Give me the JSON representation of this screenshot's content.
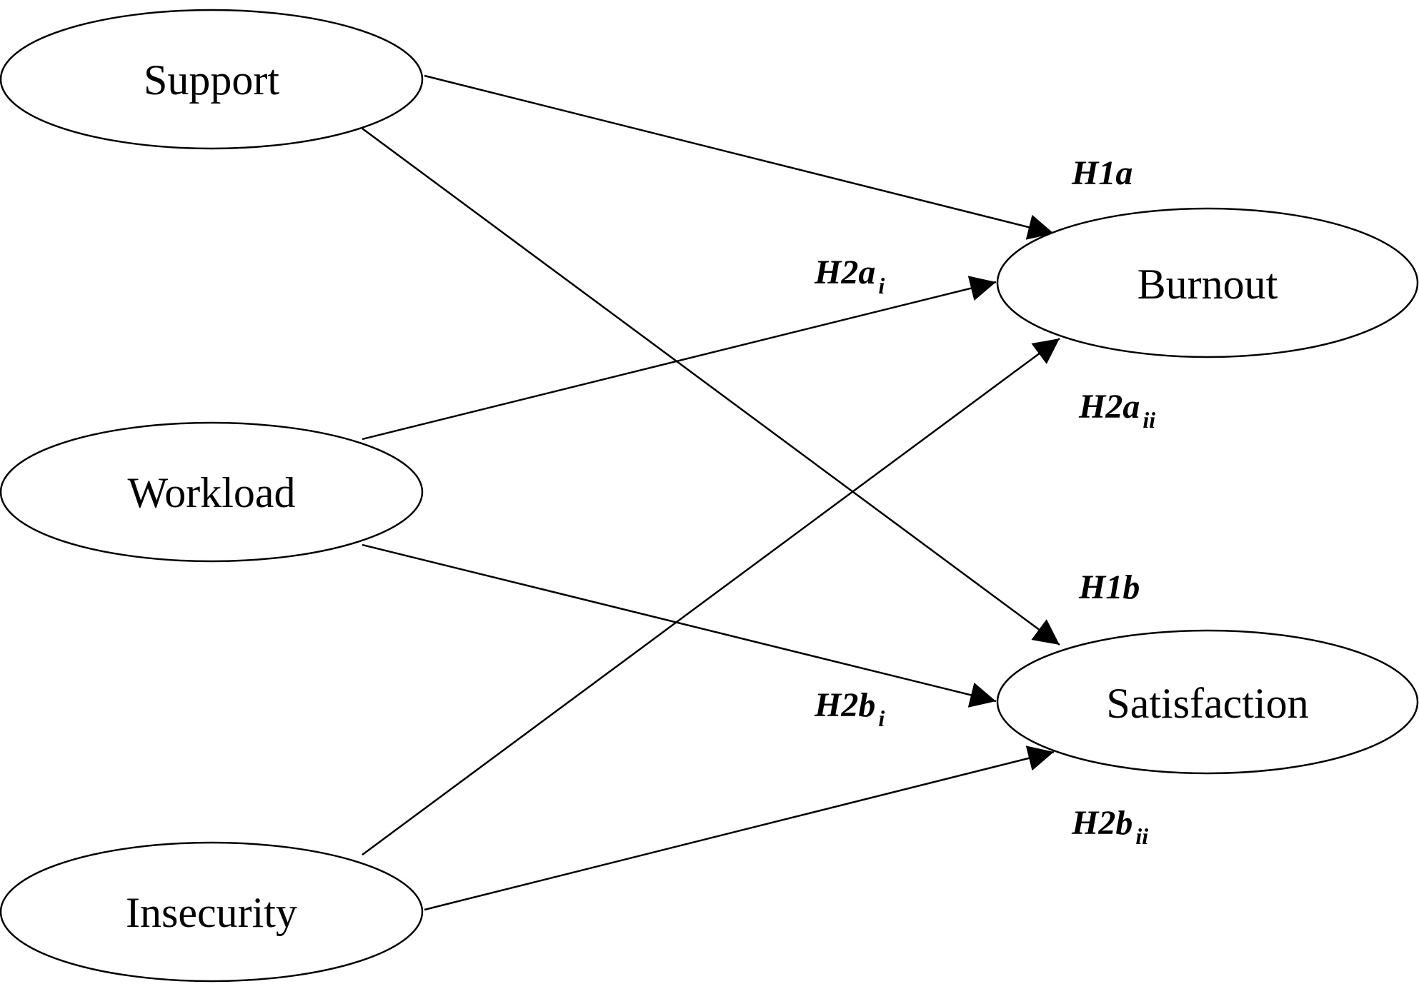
{
  "nodes": {
    "support": {
      "label": "Support"
    },
    "workload": {
      "label": "Workload"
    },
    "insecurity": {
      "label": "Insecurity"
    },
    "burnout": {
      "label": "Burnout"
    },
    "satisfaction": {
      "label": "Satisfaction"
    }
  },
  "hypotheses": {
    "h1a": {
      "main": "H1a",
      "sub": ""
    },
    "h1b": {
      "main": "H1b",
      "sub": ""
    },
    "h2ai": {
      "main": "H2a",
      "sub": "i"
    },
    "h2aii": {
      "main": "H2a",
      "sub": "ii"
    },
    "h2bi": {
      "main": "H2b",
      "sub": "i"
    },
    "h2bii": {
      "main": "H2b",
      "sub": "ii"
    }
  },
  "edges": [
    {
      "from": "Support",
      "to": "Burnout",
      "hypothesis": "H1a"
    },
    {
      "from": "Support",
      "to": "Satisfaction",
      "hypothesis": "H1b"
    },
    {
      "from": "Workload",
      "to": "Burnout",
      "hypothesis": "H2ai"
    },
    {
      "from": "Workload",
      "to": "Satisfaction",
      "hypothesis": "H2bi"
    },
    {
      "from": "Insecurity",
      "to": "Burnout",
      "hypothesis": "H2aii"
    },
    {
      "from": "Insecurity",
      "to": "Satisfaction",
      "hypothesis": "H2bii"
    }
  ]
}
